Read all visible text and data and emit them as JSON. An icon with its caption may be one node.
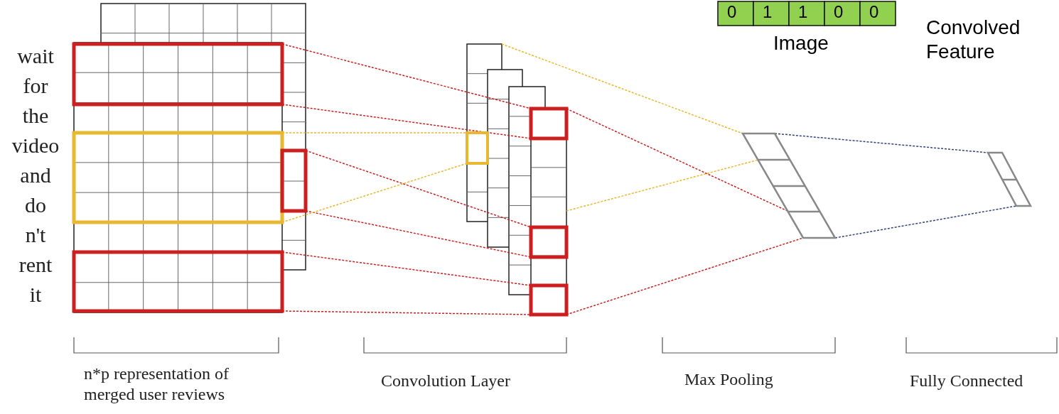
{
  "diagram": {
    "labels": [
      "0",
      "1",
      "1",
      "0",
      "0",
      "Image",
      "Convolved Feature",
      "wait",
      "for",
      "the",
      "video",
      "and",
      "do",
      "n't",
      "rent",
      "it",
      "n*p representation of merged user reviews",
      "Convolution Layer",
      "Max Pooling",
      "Fully Connected"
    ]
  }
}
